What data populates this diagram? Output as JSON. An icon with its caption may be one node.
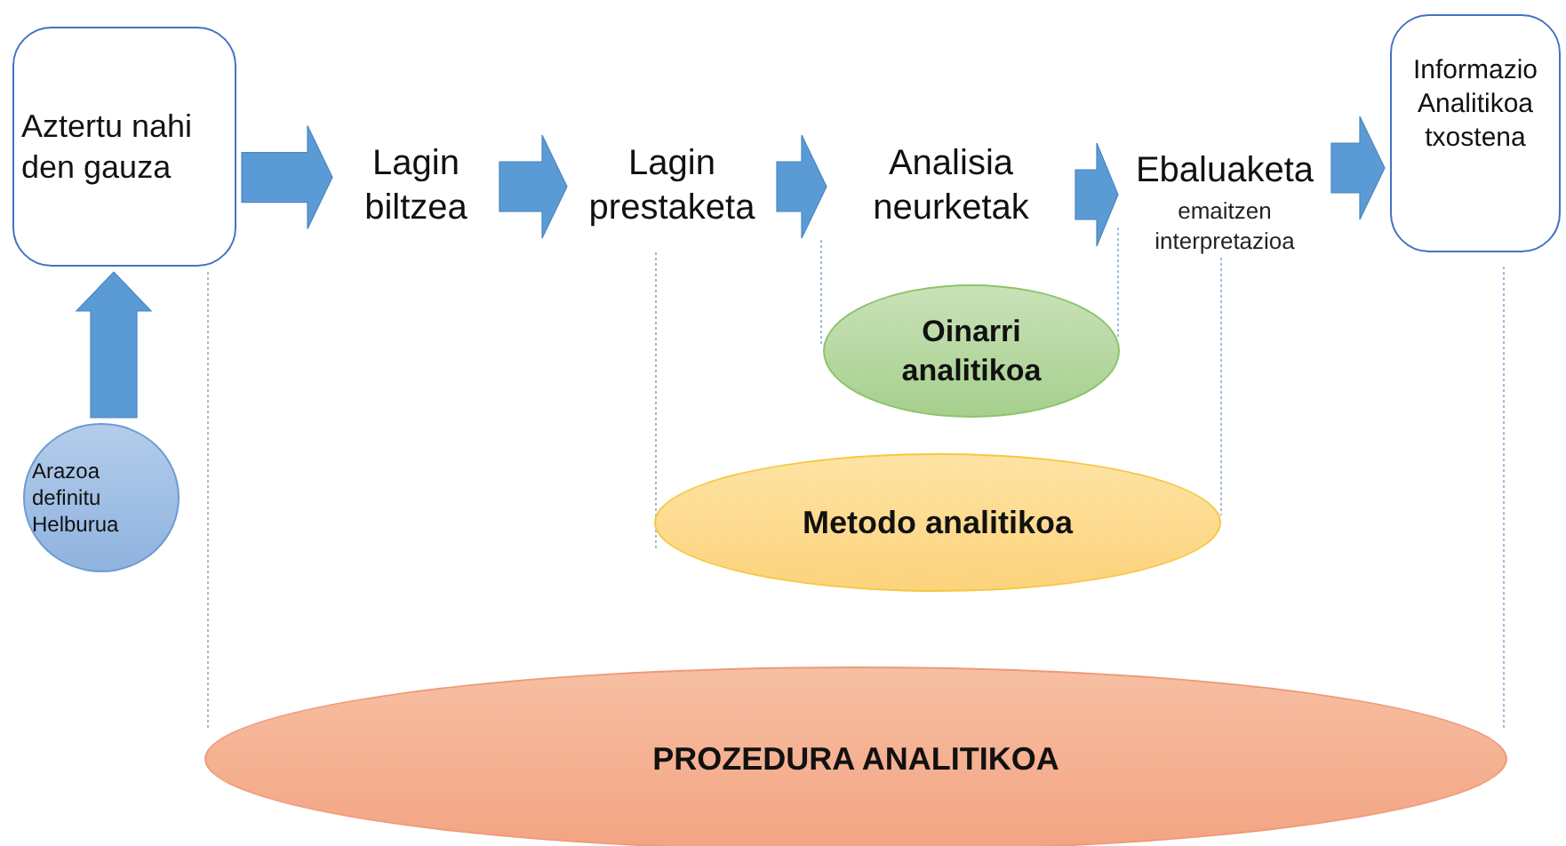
{
  "diagram": {
    "nodes": [
      {
        "text": [
          "Aztertu nahi den gauza"
        ]
      },
      {
        "text": [
          "Lagin biltzea"
        ]
      },
      {
        "text": [
          "Lagin prestaketa"
        ]
      },
      {
        "text": [
          "Analisia neurketak"
        ]
      },
      {
        "text": [
          "Ebaluaketa",
          "emaitzen interpretazioa"
        ]
      },
      {
        "text": [
          "Informazio Analitikoa txostena"
        ]
      },
      {
        "text": [
          "Arazoa definitu Helburua"
        ]
      },
      {
        "text": [
          "Oinarri analitikoa"
        ]
      },
      {
        "text": [
          "Metodo analitikoa"
        ]
      },
      {
        "text": [
          "PROZEDURA ANALITIKOA"
        ]
      }
    ],
    "edges": [
      {
        "from": 0,
        "to": 1,
        "arrow": "to"
      },
      {
        "from": 1,
        "to": 2,
        "arrow": "to"
      },
      {
        "from": 2,
        "to": 3,
        "arrow": "to"
      },
      {
        "from": 3,
        "to": 4,
        "arrow": "to"
      },
      {
        "from": 4,
        "to": 5,
        "arrow": "to"
      },
      {
        "from": 6,
        "to": 0,
        "arrow": "to"
      }
    ]
  }
}
